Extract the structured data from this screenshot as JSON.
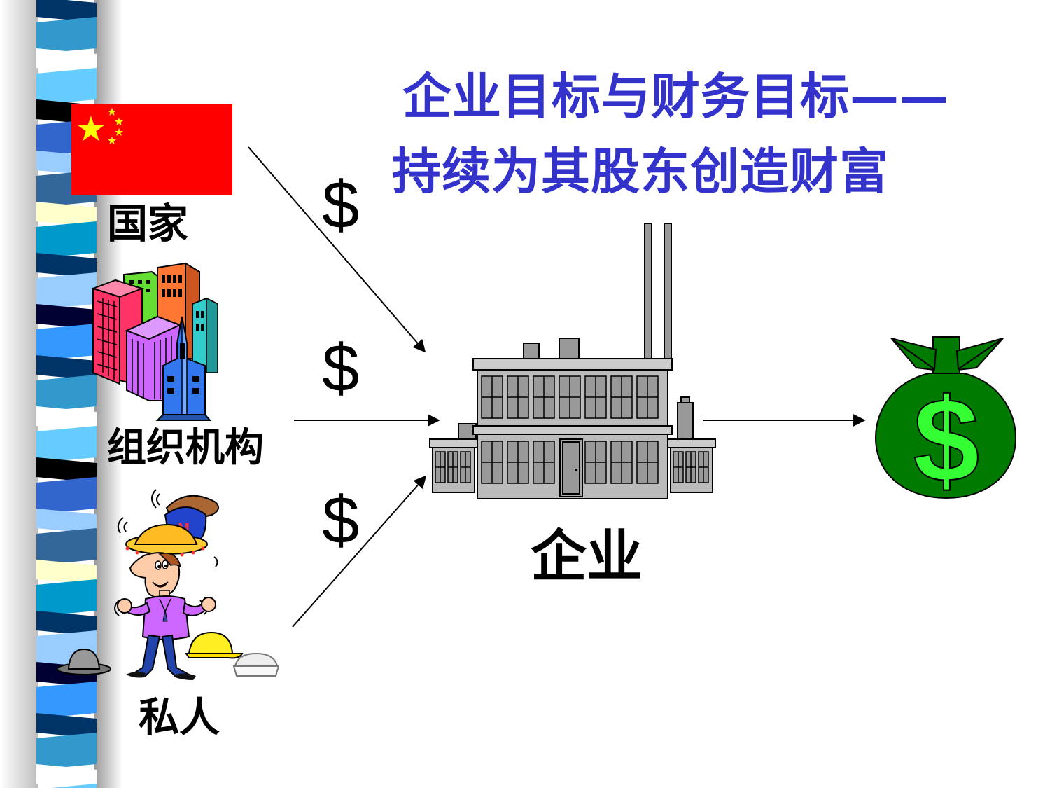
{
  "title": {
    "line1": "企业目标与财务目标——",
    "line2": "持续为其股东创造财富"
  },
  "sources": [
    {
      "label": "国家",
      "icon": "china-flag-icon"
    },
    {
      "label": "组织机构",
      "icon": "city-buildings-icon"
    },
    {
      "label": "私人",
      "icon": "person-with-hats-icon"
    }
  ],
  "flows": {
    "symbol_top": "$",
    "symbol_mid": "$",
    "symbol_bottom": "$"
  },
  "enterprise": {
    "label": "企业",
    "icon": "factory-icon"
  },
  "outcome": {
    "symbol": "$",
    "icon": "money-bag-icon"
  },
  "colors": {
    "title": "#3333cc",
    "flag_red": "#ff0000",
    "flag_star": "#ffff00",
    "money_bag": "#007a00",
    "money_symbol": "#33ff33"
  }
}
